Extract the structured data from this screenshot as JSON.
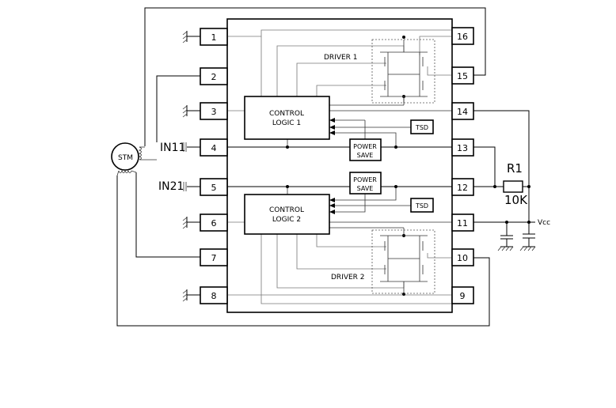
{
  "pins": {
    "p1": "1",
    "p2": "2",
    "p3": "3",
    "p4": "4",
    "p5": "5",
    "p6": "6",
    "p7": "7",
    "p8": "8",
    "p9": "9",
    "p10": "10",
    "p11": "11",
    "p12": "12",
    "p13": "13",
    "p14": "14",
    "p15": "15",
    "p16": "16"
  },
  "blocks": {
    "ctrl1_line1": "CONTROL",
    "ctrl1_line2": "LOGIC 1",
    "ctrl2_line1": "CONTROL",
    "ctrl2_line2": "LOGIC 2",
    "ps1_line1": "POWER",
    "ps1_line2": "SAVE",
    "ps2_line1": "POWER",
    "ps2_line2": "SAVE",
    "tsd1": "TSD",
    "tsd2": "TSD",
    "driver1": "DRIVER 1",
    "driver2": "DRIVER 2"
  },
  "labels": {
    "motor": "STM",
    "in11": "IN11",
    "in21": "IN21",
    "r1": "R1",
    "r1_value": "10K",
    "vcc": "Vcc"
  }
}
